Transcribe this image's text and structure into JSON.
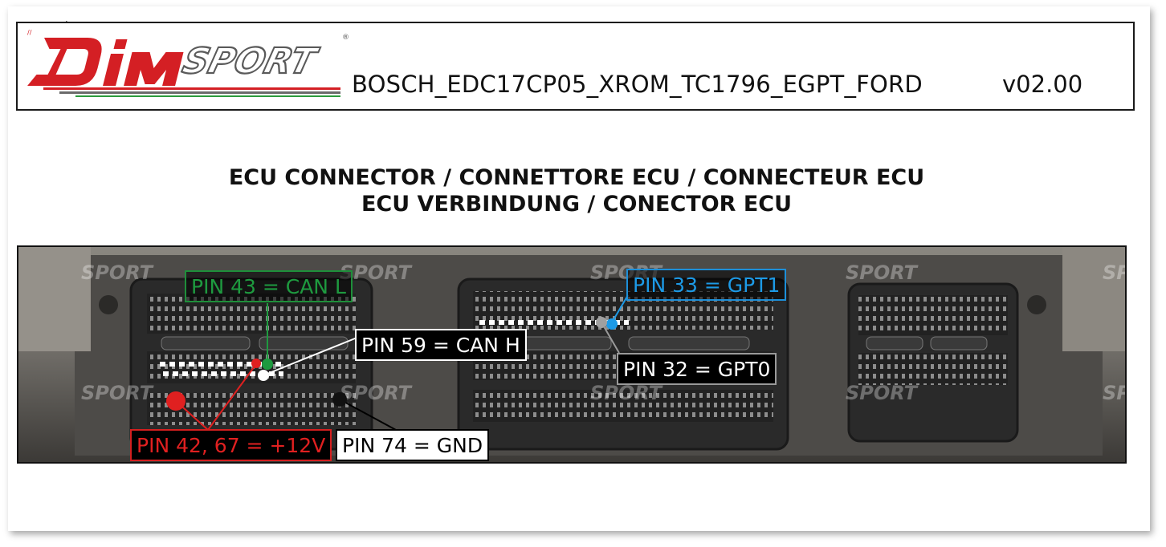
{
  "header": {
    "title": "BOSCH_EDC17CP05_XROM_TC1796_EGPT_FORD",
    "version": "v02.00",
    "logo_text": "DIMSPORT"
  },
  "headings": {
    "line1": "ECU CONNECTOR / CONNETTORE ECU / CONNECTEUR ECU",
    "line2": "ECU VERBINDUNG / CONECTOR ECU"
  },
  "pins": {
    "can_l": "PIN 43 = CAN L",
    "gpt1": "PIN 33 = GPT1",
    "can_h": "PIN 59 = CAN H",
    "gpt0": "PIN 32 = GPT0",
    "power": "PIN 42, 67 = +12V",
    "gnd": "PIN 74 = GND"
  },
  "watermark_text": "SPORT",
  "colors": {
    "can_l": "#1e9a3f",
    "gpt1": "#1d9ae6",
    "power": "#e02020",
    "gpt0": "#9a9a9a",
    "logo_red": "#d41f24"
  },
  "icons": [
    "mouse-cursor-icon",
    "dimsport-logo"
  ]
}
